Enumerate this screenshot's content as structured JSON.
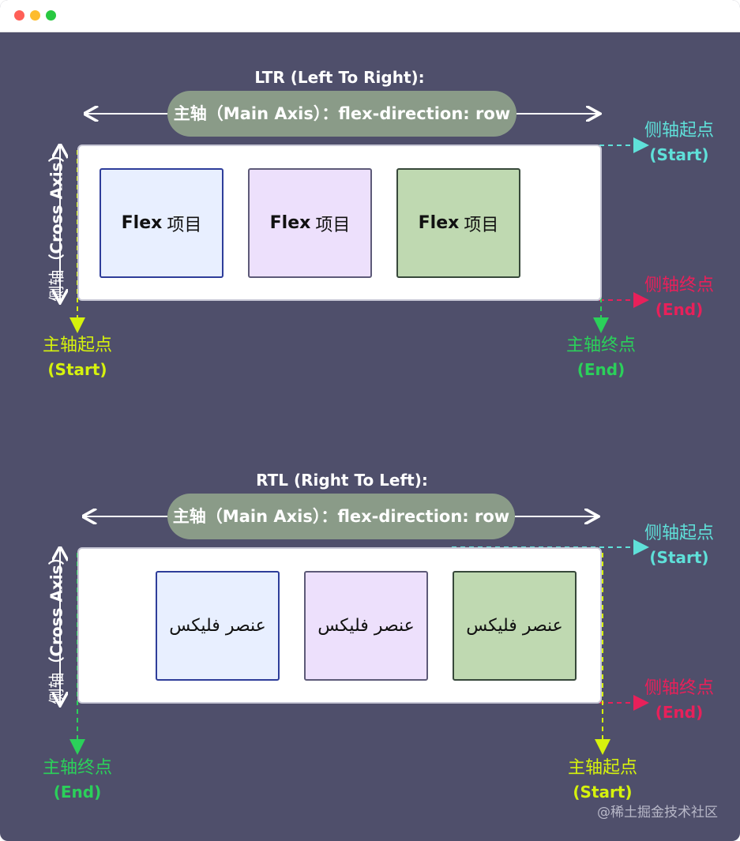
{
  "window": {
    "dots": [
      "#ff5f57",
      "#febc2e",
      "#28c840"
    ]
  },
  "ltr": {
    "heading": "LTR (Left To Right):",
    "main_axis": "主轴（Main Axis）：flex-direction: row",
    "cross_axis_cn": "侧轴",
    "cross_axis_en": "（Cross Axis）",
    "items": [
      {
        "bold": "Flex",
        "text": "项目"
      },
      {
        "bold": "Flex",
        "text": "项目"
      },
      {
        "bold": "Flex",
        "text": "项目"
      }
    ],
    "cross_start": {
      "cn": "侧轴起点",
      "en": "(Start)"
    },
    "cross_end": {
      "cn": "侧轴终点",
      "en": "(End)"
    },
    "main_start": {
      "cn": "主轴起点",
      "en": "(Start)"
    },
    "main_end": {
      "cn": "主轴终点",
      "en": "(End)"
    }
  },
  "rtl": {
    "heading": "RTL (Right To Left):",
    "main_axis": "主轴（Main Axis）：flex-direction: row",
    "cross_axis_cn": "侧轴",
    "cross_axis_en": "（Cross Axis）",
    "items": [
      {
        "text": "عنصر فليكس"
      },
      {
        "text": "عنصر فليكس"
      },
      {
        "text": "عنصر فليكس"
      }
    ],
    "cross_start": {
      "cn": "侧轴起点",
      "en": "(Start)"
    },
    "cross_end": {
      "cn": "侧轴终点",
      "en": "(End)"
    },
    "main_end": {
      "cn": "主轴终点",
      "en": "(End)"
    },
    "main_start": {
      "cn": "主轴起点",
      "en": "(Start)"
    }
  },
  "watermark": "@稀土掘金技术社区",
  "colors": {
    "background": "#4f4f6b",
    "pill": "#8a9b88",
    "cross_start": "#5fe0d9",
    "cross_end": "#e8205a",
    "main_start": "#d6f20d",
    "main_end": "#2bd05a"
  }
}
